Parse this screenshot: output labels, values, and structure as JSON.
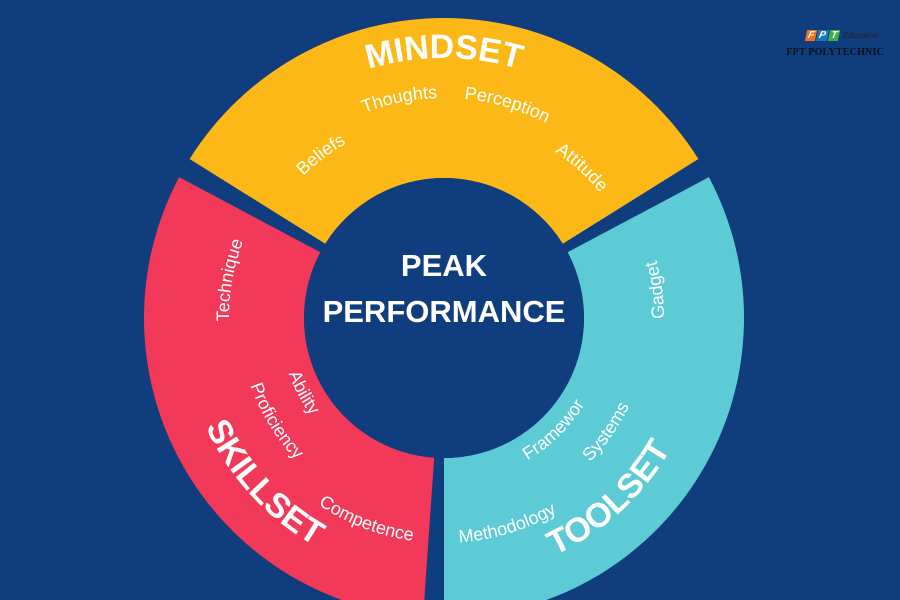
{
  "brand": {
    "mark_letters": [
      "F",
      "P",
      "T"
    ],
    "mark_colors": [
      "#f36f21",
      "#1b75bc",
      "#3fae49"
    ],
    "suffix": "Education",
    "name": "FPT POLYTECHNIC"
  },
  "center": {
    "line1": "PEAK",
    "line2": "PERFORMANCE"
  },
  "segments": [
    {
      "name": "MINDSET",
      "color": "#fbb816",
      "items": [
        "Beliefs",
        "Thoughts",
        "Perception",
        "Attitude"
      ]
    },
    {
      "name": "TOOLSET",
      "color": "#5ccbd6",
      "items": [
        "Gadget",
        "Systems",
        "Framework",
        "Methodology"
      ]
    },
    {
      "name": "SKILLSET",
      "color": "#f2395a",
      "items": [
        "Technique",
        "Proficiency",
        "Ability",
        "Competence"
      ]
    }
  ],
  "colors": {
    "background": "#0f3d7e",
    "center_fill": "#0f3d7e"
  }
}
